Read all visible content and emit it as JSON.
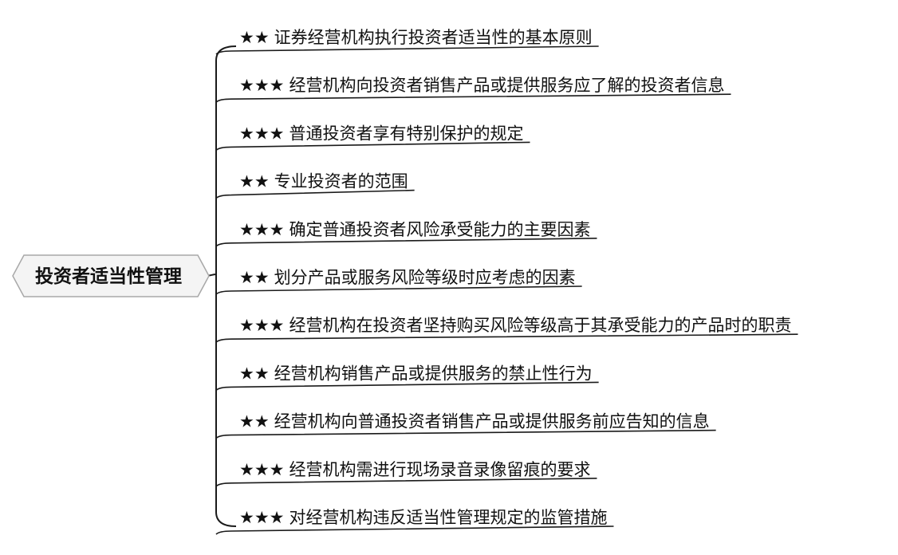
{
  "root": {
    "label": "投资者适当性管理"
  },
  "branches": [
    {
      "stars": "★★",
      "label": "证券经营机构执行投资者适当性的基本原则"
    },
    {
      "stars": "★★★",
      "label": "经营机构向投资者销售产品或提供服务应了解的投资者信息"
    },
    {
      "stars": "★★★",
      "label": "普通投资者享有特别保护的规定"
    },
    {
      "stars": "★★",
      "label": "专业投资者的范围"
    },
    {
      "stars": "★★★",
      "label": "确定普通投资者风险承受能力的主要因素"
    },
    {
      "stars": "★★",
      "label": "划分产品或服务风险等级时应考虑的因素"
    },
    {
      "stars": "★★★",
      "label": "经营机构在投资者坚持购买风险等级高于其承受能力的产品时的职责"
    },
    {
      "stars": "★★",
      "label": "经营机构销售产品或提供服务的禁止性行为"
    },
    {
      "stars": "★★",
      "label": "经营机构向普通投资者销售产品或提供服务前应告知的信息"
    },
    {
      "stars": "★★★",
      "label": "经营机构需进行现场录音录像留痕的要求"
    },
    {
      "stars": "★★★",
      "label": "对经营机构违反适当性管理规定的监管措施"
    }
  ],
  "colors": {
    "line": "#1a1a1a",
    "root_fill": "#f4f4f4",
    "root_stroke": "#a8a8a8",
    "text": "#111111"
  }
}
